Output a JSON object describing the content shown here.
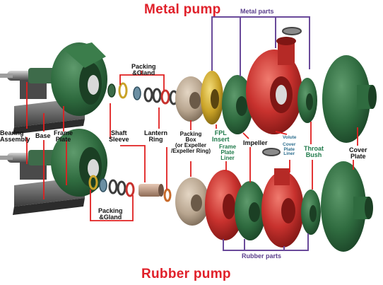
{
  "titles": {
    "metal_pump": "Metal pump",
    "rubber_pump": "Rubber pump"
  },
  "groups": {
    "metal_parts": "Metal parts",
    "rubber_parts": "Rubber parts"
  },
  "labels": {
    "bearing_assembly": "Bearing\nAssembly",
    "base": "Base",
    "frame_plate": "Frame\nPlate",
    "shaft_sleeve": "Shaft\nSleeve",
    "lantern_ring": "Lantern\nRing",
    "packing_gland_top": "Packing\n&Gland",
    "packing_gland_bottom": "Packing\n&Gland",
    "packing_box": "Packing\nBox\n(or Expeller\n/Expeller Ring)",
    "fpl_insert": "FPL\nInsert",
    "frame_plate_liner": "Frame\nPlate\nLiner",
    "impeller": "Impeller",
    "volute": "Volute",
    "cover_plate_liner": "Cover\nPlate\nLiner",
    "throat_bush": "Throat\nBush",
    "cover_plate": "Cover\nPlate"
  },
  "colors": {
    "title_red": "#e0202a",
    "pointer_red": "#e02020",
    "bracket_purple": "#6a4a9a",
    "label_green": "#1f7a4a",
    "casing_green": "#2f6b3f",
    "liner_red": "#c8322e",
    "insert_gold": "#c9a227",
    "base_gray": "#5a5a5a",
    "pump_box_tan": "#b8a58f"
  }
}
